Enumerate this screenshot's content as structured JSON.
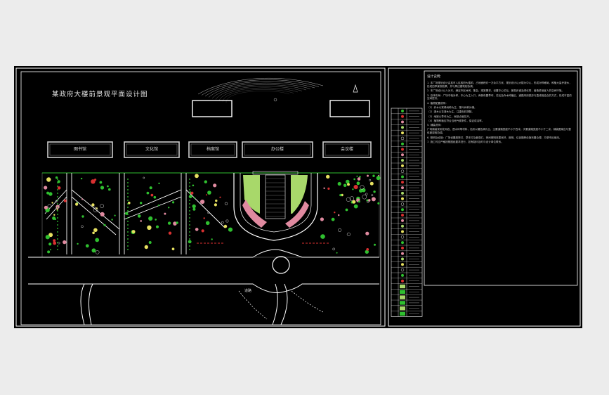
{
  "drawing": {
    "title": "某政府大楼前景观平面设计图",
    "buildings": [
      "图书馆",
      "文化馆",
      "档案馆",
      "办公楼",
      "会议楼"
    ],
    "road_labels": [
      "道路"
    ],
    "notes_title": "设计说明：",
    "notes": [
      "1. 本广场规划设计由某市人民政府大楼前，占地面积约一万余平方米，规划设计以大楼为中心，形成对称格局，种植大量乔灌木，形成四季景观效果，并与周边建筑相协调。",
      "2. 本广场设计以人为本，满足市民休闲、集会、观赏需求，设置中心花坛、景观步道及绿化带，营造舒适宜人的空间环境。",
      "3. 总体布局：广场中轴对称，中心为主入口，两侧布置草坪、花坛及乔木种植区，道路采用弧形与直线相结合的方式，形成丰富的空间层次。",
      "4. 植物配置说明：",
      "（1）乔木以常绿树种为主，落叶树种为辅。",
      "（2）灌木以花灌木为主，注重色彩搭配。",
      "（3）地被以草坪为主，局部点缀花卉。",
      "（4）植物种植应符合当地气候条件，保证成活率。",
      "5. 铺装说明：",
      "广场铺装采用花岗岩、透水砖等材料，色彩以暖色调为主，主要道路宽度不小于四米，次要道路宽度不小于二米，铺装图案应与整体景观相协调。",
      "6. 照明及设施：广场设置庭院灯、草坪灯及景观灯，夜间照明效果良好，座椅、垃圾箱等设施布置合理，方便市民使用。",
      "7. 施工时应严格按照图纸要求进行，如有疑问及时与设计单位联系。"
    ],
    "legend_items": 38
  },
  "colors": {
    "background": "#000000",
    "frame": "#ffffff",
    "plant_green": "#2fbf2f",
    "plant_red": "#d83030",
    "plant_pink": "#e08aa0",
    "lawn": "#a8d86a",
    "accent_yellow": "#e6e060"
  }
}
